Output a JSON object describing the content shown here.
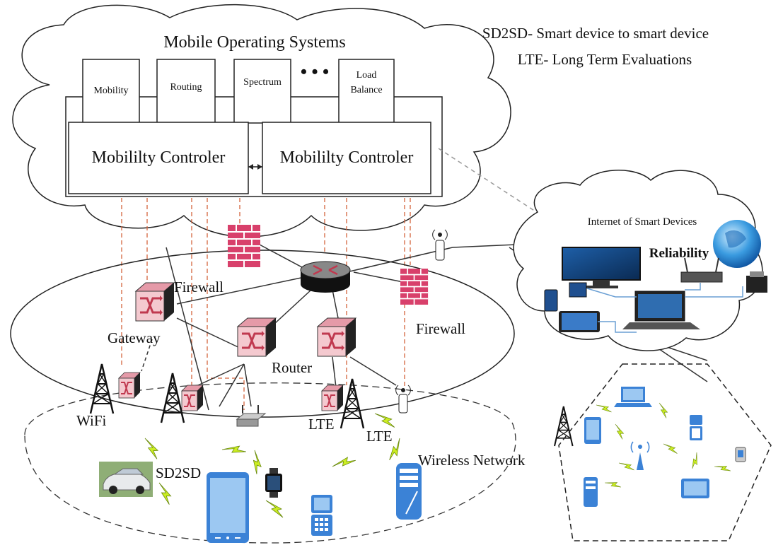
{
  "cloud": {
    "title": "Mobile Operating Systems",
    "modules": [
      "Mobility",
      "Routing",
      "Spectrum",
      "Load",
      "Balance"
    ],
    "ellipsis": "• • •",
    "controller_left": "Mobililty Controler",
    "controller_right": "Mobililty Controler"
  },
  "legend": {
    "line1": "SD2SD- Smart device to smart device",
    "line2": "LTE- Long Term Evaluations"
  },
  "iot_cloud": {
    "title": "Internet of Smart Devices",
    "reliability": "Reliability"
  },
  "network": {
    "firewall_left": "Firewall",
    "firewall_right": "Firewall",
    "gateway": "Gateway",
    "router": "Router",
    "wifi": "WiFi",
    "lte_1": "LTE",
    "lte_2": "LTE",
    "sd2sd": "SD2SD",
    "wireless_network": "Wireless Network"
  },
  "colors": {
    "firewall": "#d8406b",
    "switch": "#cc5a6a",
    "device_blue": "#3b82d6",
    "lightning": "#ccee22",
    "dashed_red": "#d4643c"
  }
}
